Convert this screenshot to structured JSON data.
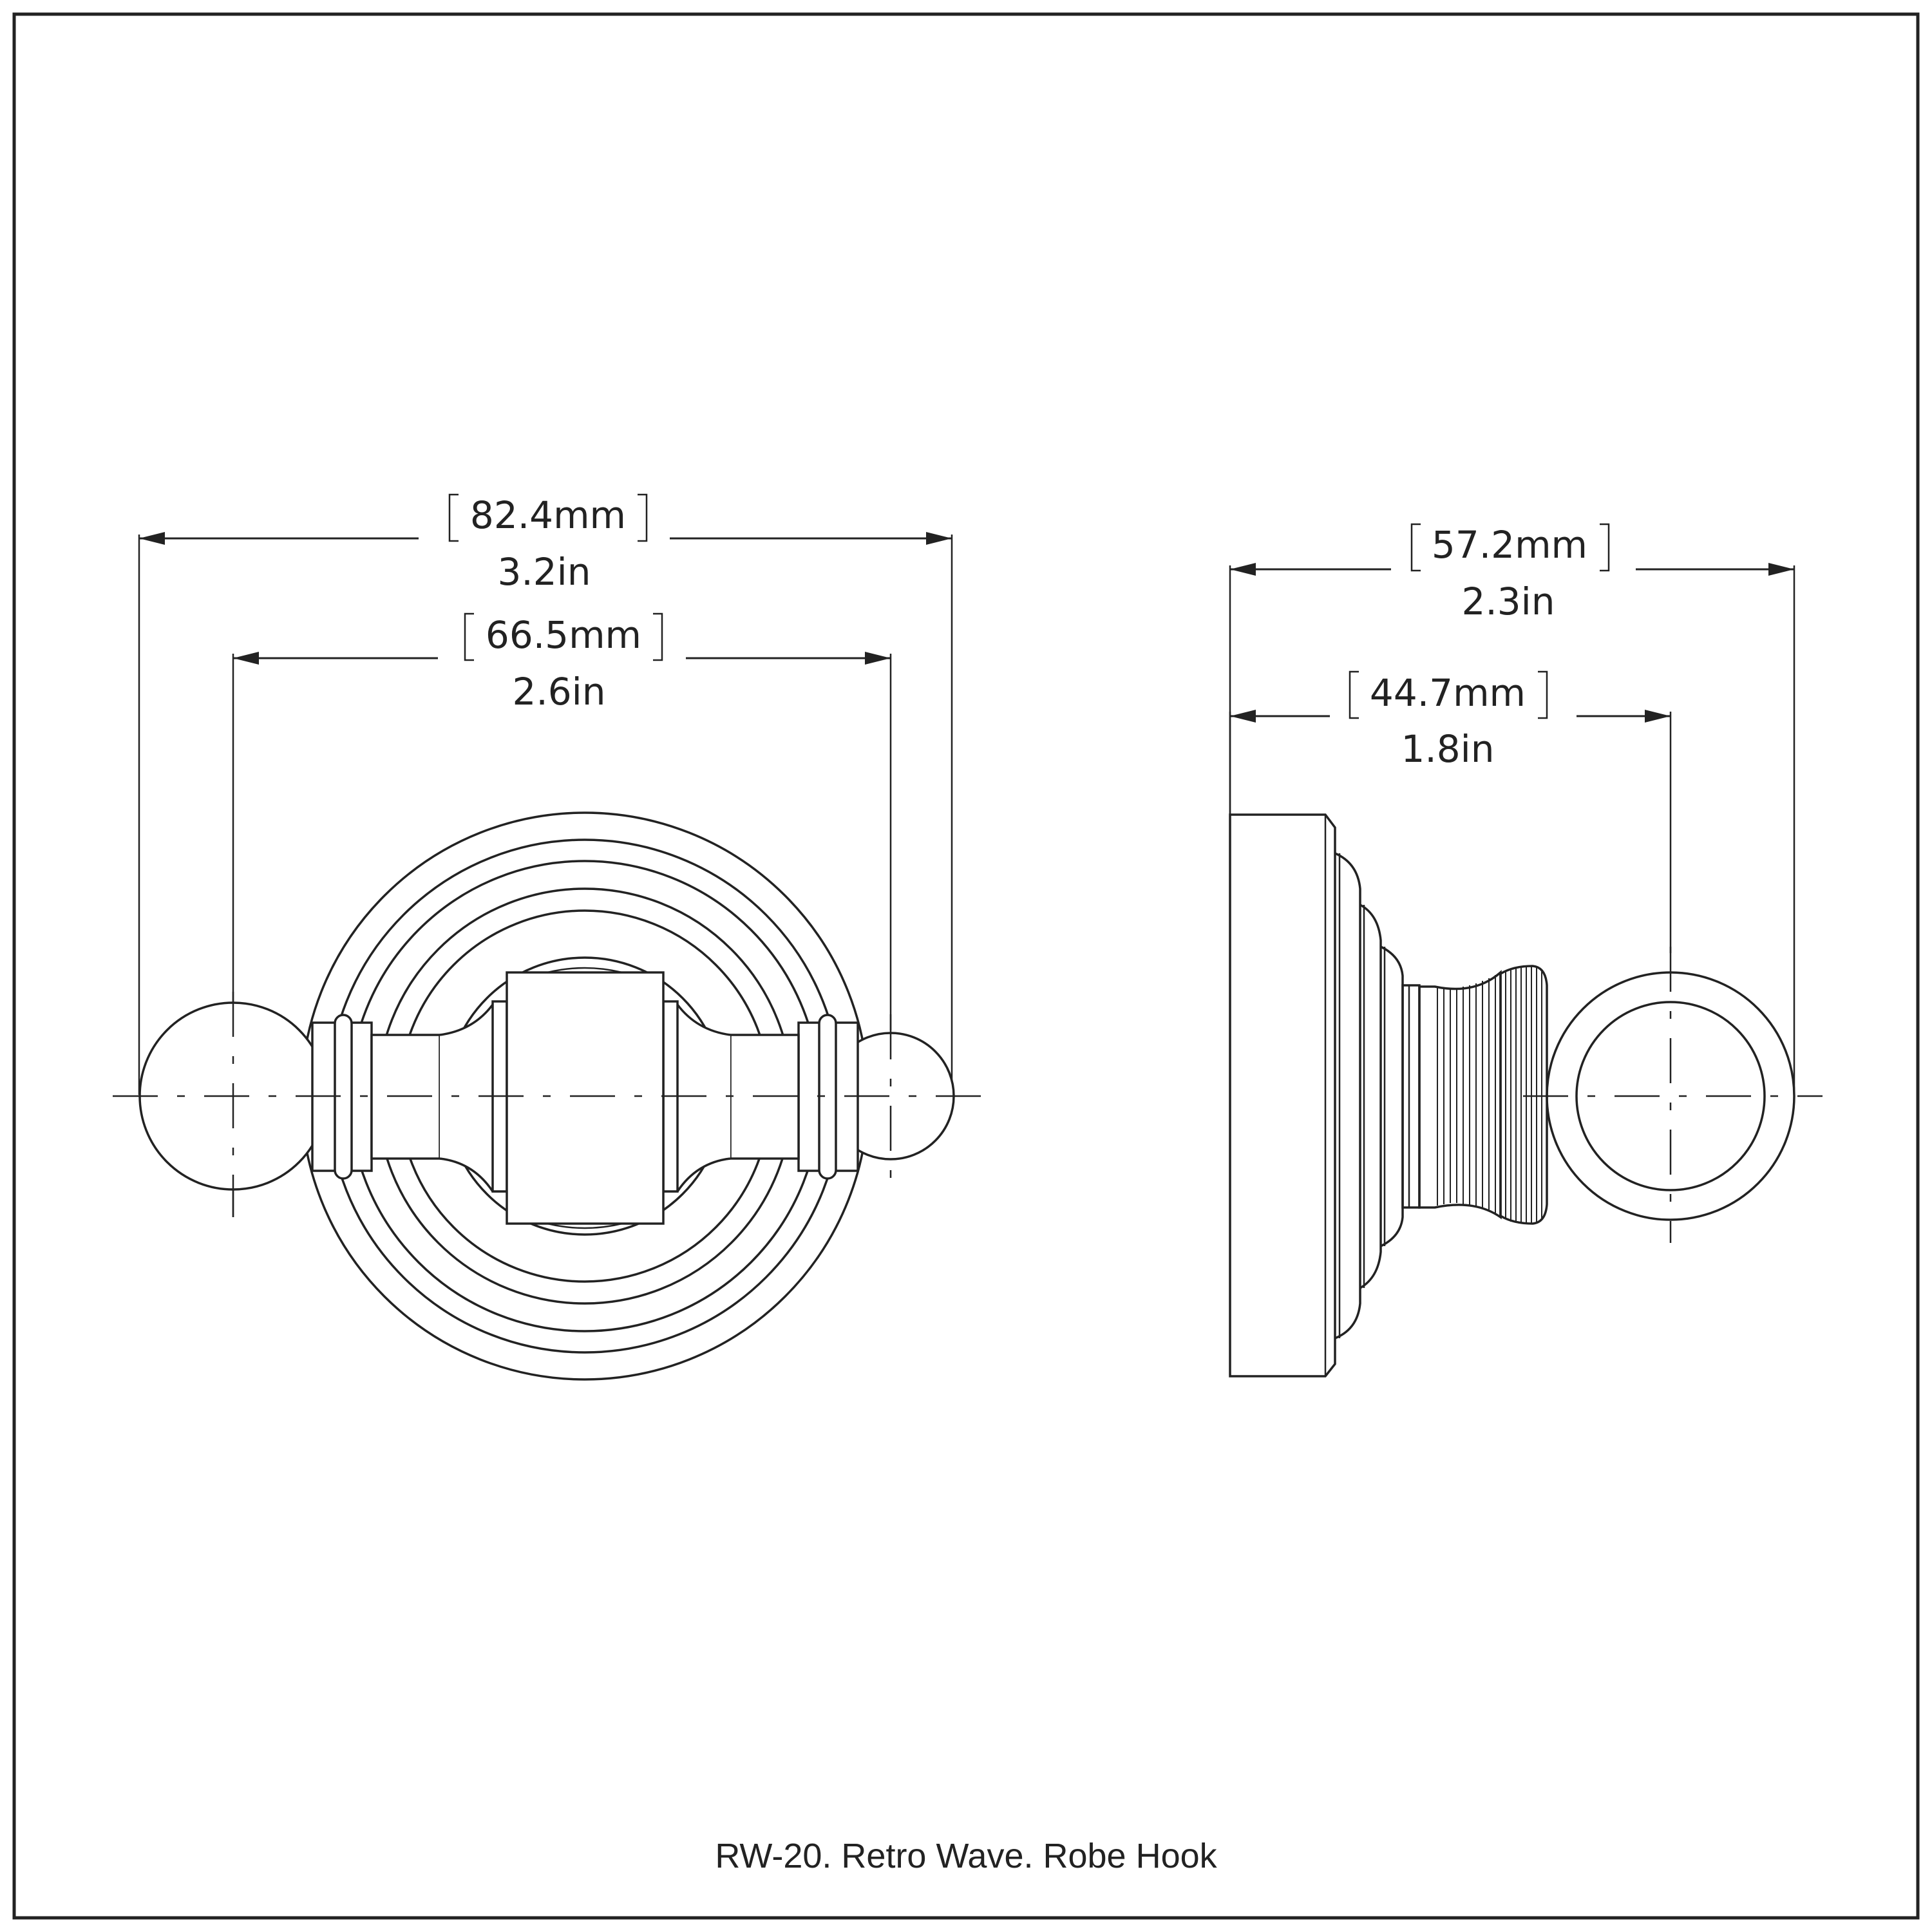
{
  "front_view": {
    "overall_width": {
      "mm": "82.4mm",
      "in": "3.2in"
    },
    "center_to_center": {
      "mm": "66.5mm",
      "in": "2.6in"
    }
  },
  "side_view": {
    "overall_depth": {
      "mm": "57.2mm",
      "in": "2.3in"
    },
    "depth_to_center": {
      "mm": "44.7mm",
      "in": "1.8in"
    }
  },
  "caption": "RW-20. Retro Wave. Robe Hook"
}
